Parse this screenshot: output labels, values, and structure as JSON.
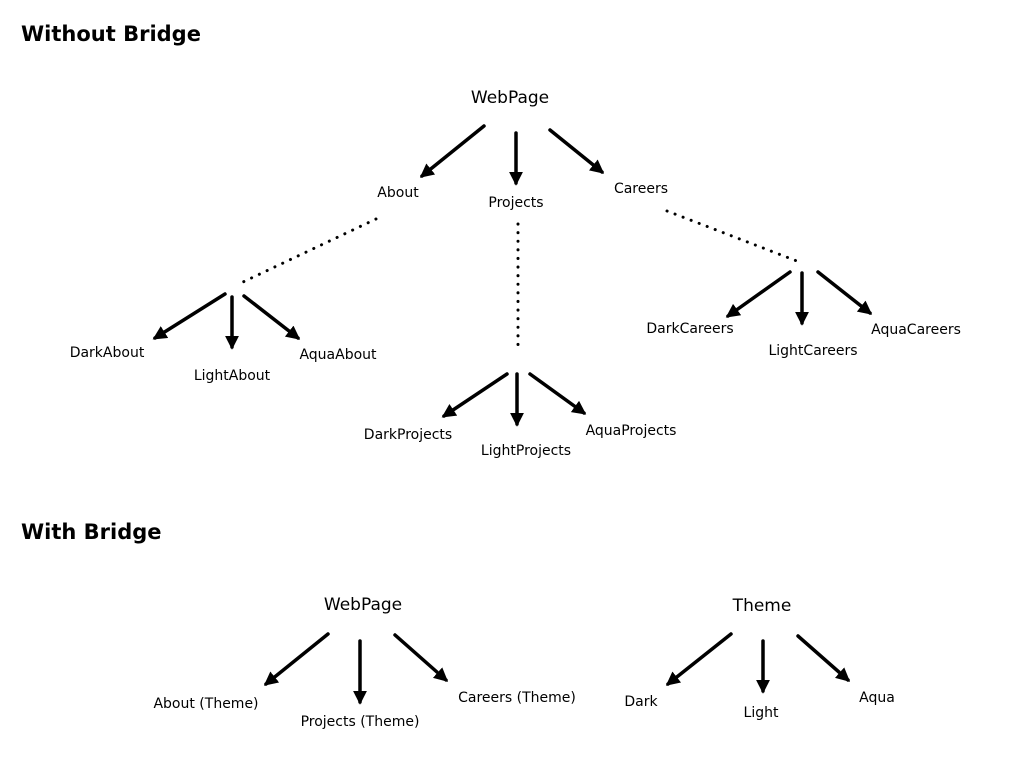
{
  "headings": {
    "without_bridge": "Without Bridge",
    "with_bridge": "With Bridge"
  },
  "nodes": {
    "webpage_top": "WebPage",
    "about": "About",
    "projects": "Projects",
    "careers": "Careers",
    "dark_about": "DarkAbout",
    "light_about": "LightAbout",
    "aqua_about": "AquaAbout",
    "dark_projects": "DarkProjects",
    "light_projects": "LightProjects",
    "aqua_projects": "AquaProjects",
    "dark_careers": "DarkCareers",
    "light_careers": "LightCareers",
    "aqua_careers": "AquaCareers",
    "webpage_bottom": "WebPage",
    "about_theme": "About (Theme)",
    "projects_theme": "Projects (Theme)",
    "careers_theme": "Careers (Theme)",
    "theme": "Theme",
    "dark": "Dark",
    "light": "Light",
    "aqua": "Aqua"
  },
  "colors": {
    "ink": "#000000",
    "background": "#ffffff"
  }
}
